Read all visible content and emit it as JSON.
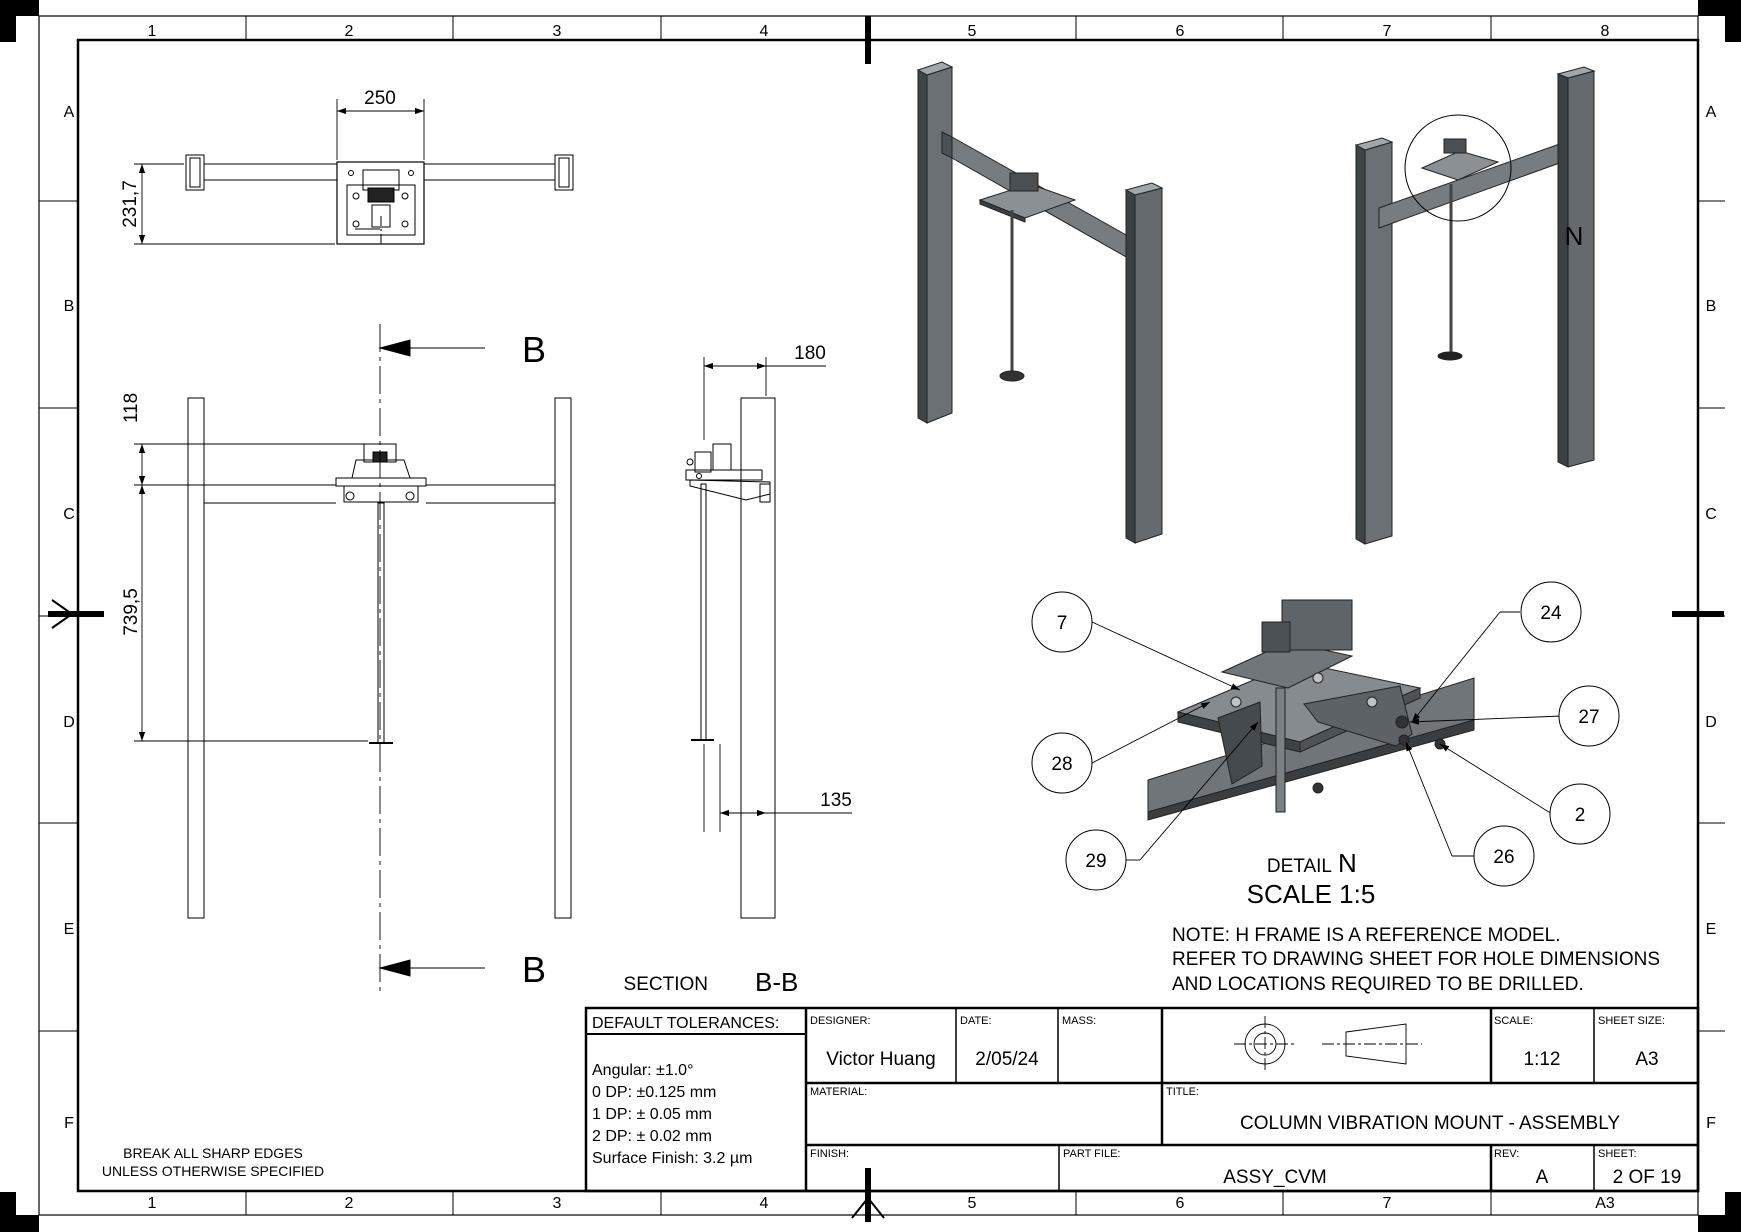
{
  "border": {
    "columns": [
      "1",
      "2",
      "3",
      "4",
      "5",
      "6",
      "7",
      "8"
    ],
    "rows": [
      "A",
      "B",
      "C",
      "D",
      "E",
      "F"
    ],
    "bottom_right_size": "A3"
  },
  "views": {
    "top_view": {
      "dim_width": "250",
      "dim_height": "231,7"
    },
    "front_view": {
      "dim_upper": "118",
      "dim_lower": "739,5",
      "section_marker": "B"
    },
    "section_view": {
      "dim_top": "180",
      "dim_bottom": "135",
      "caption_prefix": "SECTION",
      "caption_id": "B-B"
    },
    "iso_detail_marker": "N",
    "detail": {
      "caption_prefix": "DETAIL",
      "caption_id": "N",
      "scale": "SCALE 1:5",
      "balloons": [
        "7",
        "28",
        "29",
        "24",
        "27",
        "2",
        "26"
      ]
    }
  },
  "notes": {
    "lines": [
      "NOTE: H FRAME IS A REFERENCE MODEL.",
      "REFER TO DRAWING SHEET FOR HOLE DIMENSIONS",
      "AND LOCATIONS REQUIRED TO BE DRILLED."
    ],
    "edges": [
      "BREAK ALL SHARP EDGES",
      "UNLESS OTHERWISE SPECIFIED"
    ]
  },
  "title_block": {
    "tolerances_header": "DEFAULT TOLERANCES:",
    "tolerances": [
      "Angular: ±1.0°",
      "0 DP: ±0.125 mm",
      "1 DP: ± 0.05 mm",
      "2 DP: ± 0.02 mm",
      "Surface Finish: 3.2 µm"
    ],
    "designer_label": "DESIGNER:",
    "designer": "Victor Huang",
    "date_label": "DATE:",
    "date": "2/05/24",
    "mass_label": "MASS:",
    "scale_label": "SCALE:",
    "scale": "1:12",
    "sheet_size_label": "SHEET SIZE:",
    "sheet_size": "A3",
    "material_label": "MATERIAL:",
    "title_label": "TITLE:",
    "title": "COLUMN VIBRATION MOUNT - ASSEMBLY",
    "finish_label": "FINISH:",
    "part_file_label": "PART FILE:",
    "part_file": "ASSY_CVM",
    "rev_label": "REV:",
    "rev": "A",
    "sheet_label": "SHEET:",
    "sheet": "2 OF 19"
  }
}
